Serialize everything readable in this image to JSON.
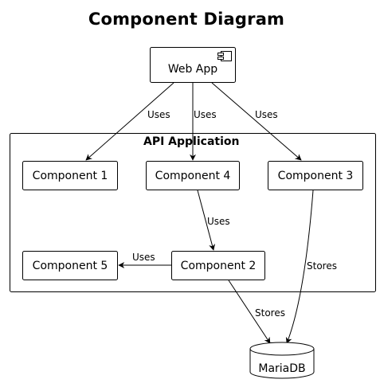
{
  "title": "Component Diagram",
  "nodes": {
    "webapp": "Web App",
    "api_frame": "API Application",
    "c1": "Component 1",
    "c2": "Component 2",
    "c3": "Component 3",
    "c4": "Component 4",
    "c5": "Component 5",
    "db": "MariaDB"
  },
  "edges": {
    "web_c1": "Uses",
    "web_c4": "Uses",
    "web_c3": "Uses",
    "c4_c2": "Uses",
    "c2_c5": "Uses",
    "c3_db": "Stores",
    "c2_db": "Stores"
  },
  "icons": {
    "component": "component-icon"
  },
  "colors": {
    "stroke": "#000000",
    "background": "#ffffff"
  }
}
